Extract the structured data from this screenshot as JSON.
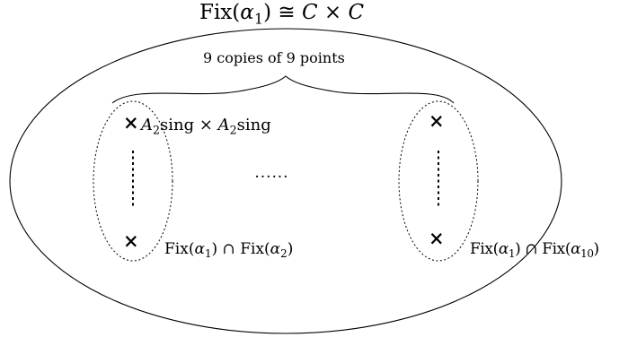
{
  "diagram": {
    "title": {
      "fix": "Fix",
      "lparen": "(",
      "alpha": "α",
      "index": "1",
      "rparen": ")",
      "congruent": " ≅ ",
      "C1": "C",
      "times": " × ",
      "C2": "C"
    },
    "brace_label": "9 copies of 9 points",
    "ellipsis": "· · · · · ·",
    "top_point_label": {
      "A1": "A",
      "sub1": "2",
      "sing1": "sing",
      "times": " × ",
      "A2": "A",
      "sub2": "2",
      "sing2": "sing"
    },
    "left_intersection": {
      "fix1": "Fix(",
      "alpha1": "α",
      "sub1": "1",
      "close1": ")",
      "cap": " ∩ ",
      "fix2": "Fix(",
      "alpha2": "α",
      "sub2": "2",
      "close2": ")"
    },
    "right_intersection": {
      "fix1": "Fix(",
      "alpha1": "α",
      "sub1": "1",
      "close1": ")",
      "cap": " ∩ ",
      "fix2": "Fix(",
      "alpha2": "α",
      "sub2": "10",
      "close2": ")"
    },
    "point_marker": "×",
    "colors": {
      "stroke": "#000000",
      "background": "#ffffff"
    }
  }
}
